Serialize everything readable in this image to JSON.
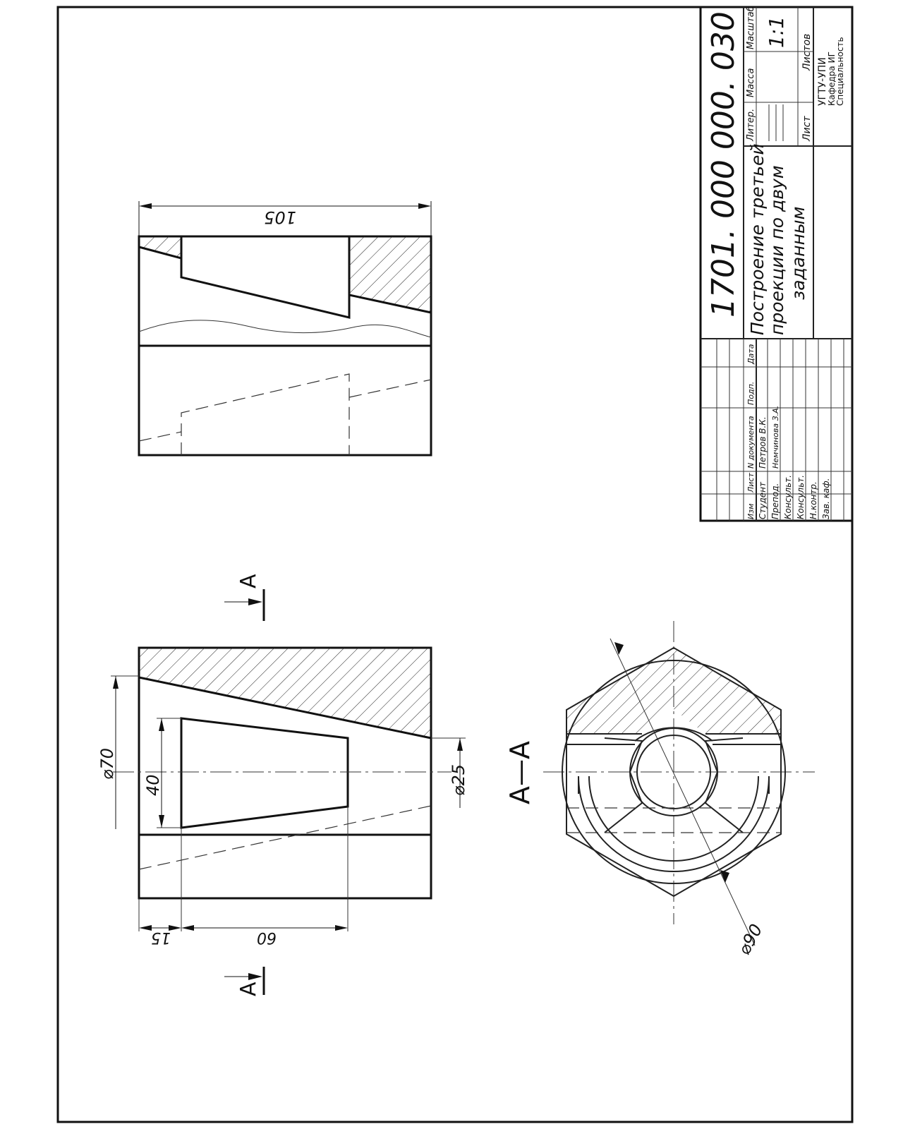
{
  "title_block": {
    "doc_number": "1701. 000 000. 030",
    "title_line1": "Построение третьей",
    "title_line2": "проекции по двум",
    "title_line3": "заданным",
    "col_liter": "Литер.",
    "col_mass": "Масса",
    "col_scale": "Масштаб",
    "scale_value": "1:1",
    "sheet_label": "Лист",
    "sheets_label": "Листов",
    "org_line1": "УГТУ-УПИ",
    "org_line2": "Кафедра ИГ",
    "org_line3": "Специальность",
    "head_izm": "Изм",
    "head_list": "Лист",
    "head_doc": "N документа",
    "head_sign": "Подп.",
    "head_date": "Дата",
    "roles": [
      "Студент",
      "Препод.",
      "Консульт.",
      "Консульт.",
      "Н.контр.",
      "Зав. каф."
    ],
    "names": [
      "Петров В.К.",
      "Немчинова З.А."
    ]
  },
  "dimensions": {
    "top_width": "105",
    "dia_outer": "⌀70",
    "height_inner": "40",
    "dia_small": "⌀25",
    "offset": "15",
    "length": "60",
    "dia_circle": "⌀90"
  },
  "section": {
    "cut_letter_top": "A",
    "cut_letter_bottom": "A",
    "section_label": "A—A"
  }
}
